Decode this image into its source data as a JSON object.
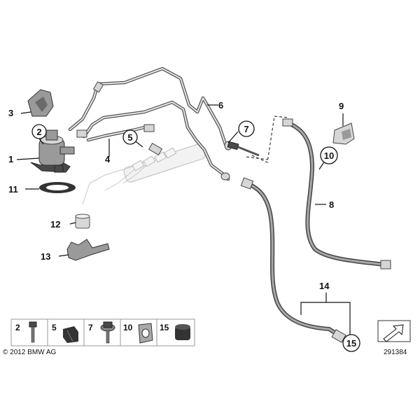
{
  "labels": {
    "l1": "1",
    "l2": "2",
    "l3": "3",
    "l4": "4",
    "l5": "5",
    "l6": "6",
    "l7": "7",
    "l8": "8",
    "l9": "9",
    "l10": "10",
    "l11": "11",
    "l12": "12",
    "l13": "13",
    "l14": "14",
    "l15": "15"
  },
  "parts_strip": {
    "items": [
      "2",
      "5",
      "7",
      "10",
      "15"
    ]
  },
  "copyright": "© 2012 BMW AG",
  "diagram_number": "291384"
}
